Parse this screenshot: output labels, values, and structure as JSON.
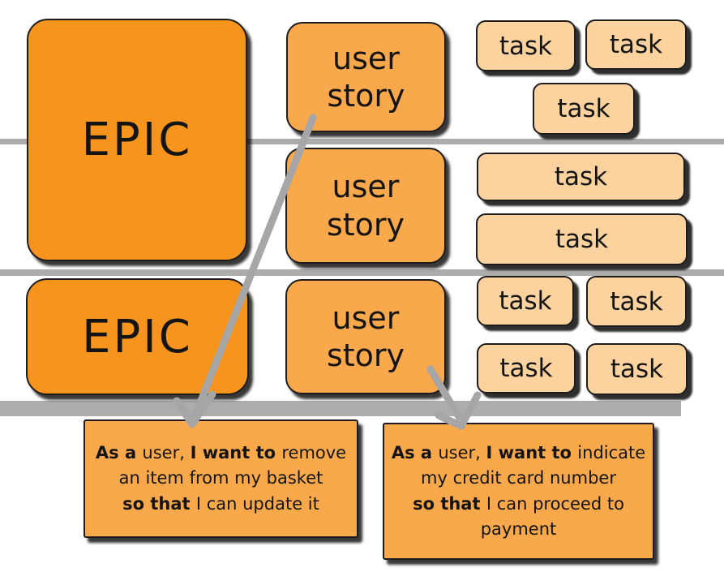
{
  "colors": {
    "epic_fill": "#F7941D",
    "story_fill": "#F9A84B",
    "task_fill": "#FCD29E",
    "example_fill": "#F9A84B",
    "line_gray": "#ACACAC",
    "arrow_gray": "#A6A6A6",
    "ink": "#141414"
  },
  "epics": [
    {
      "label": "EPIC"
    },
    {
      "label": "EPIC"
    }
  ],
  "stories": [
    {
      "label": "user\nstory"
    },
    {
      "label": "user\nstory"
    },
    {
      "label": "user\nstory"
    }
  ],
  "task_groups": [
    {
      "tasks": [
        "task",
        "task",
        "task"
      ]
    },
    {
      "tasks": [
        "task",
        "task"
      ]
    },
    {
      "tasks": [
        "task",
        "task",
        "task",
        "task"
      ]
    }
  ],
  "examples": [
    {
      "lines": [
        [
          "As a ",
          "user, ",
          "I want to ",
          "remove"
        ],
        [
          "an item from my basket"
        ],
        [
          "so that ",
          "I can update it"
        ]
      ]
    },
    {
      "lines": [
        [
          "As a ",
          "user, ",
          "I want to ",
          "indicate"
        ],
        [
          "my credit card number"
        ],
        [
          "so that ",
          "I can proceed to"
        ],
        [
          "payment"
        ]
      ]
    }
  ]
}
